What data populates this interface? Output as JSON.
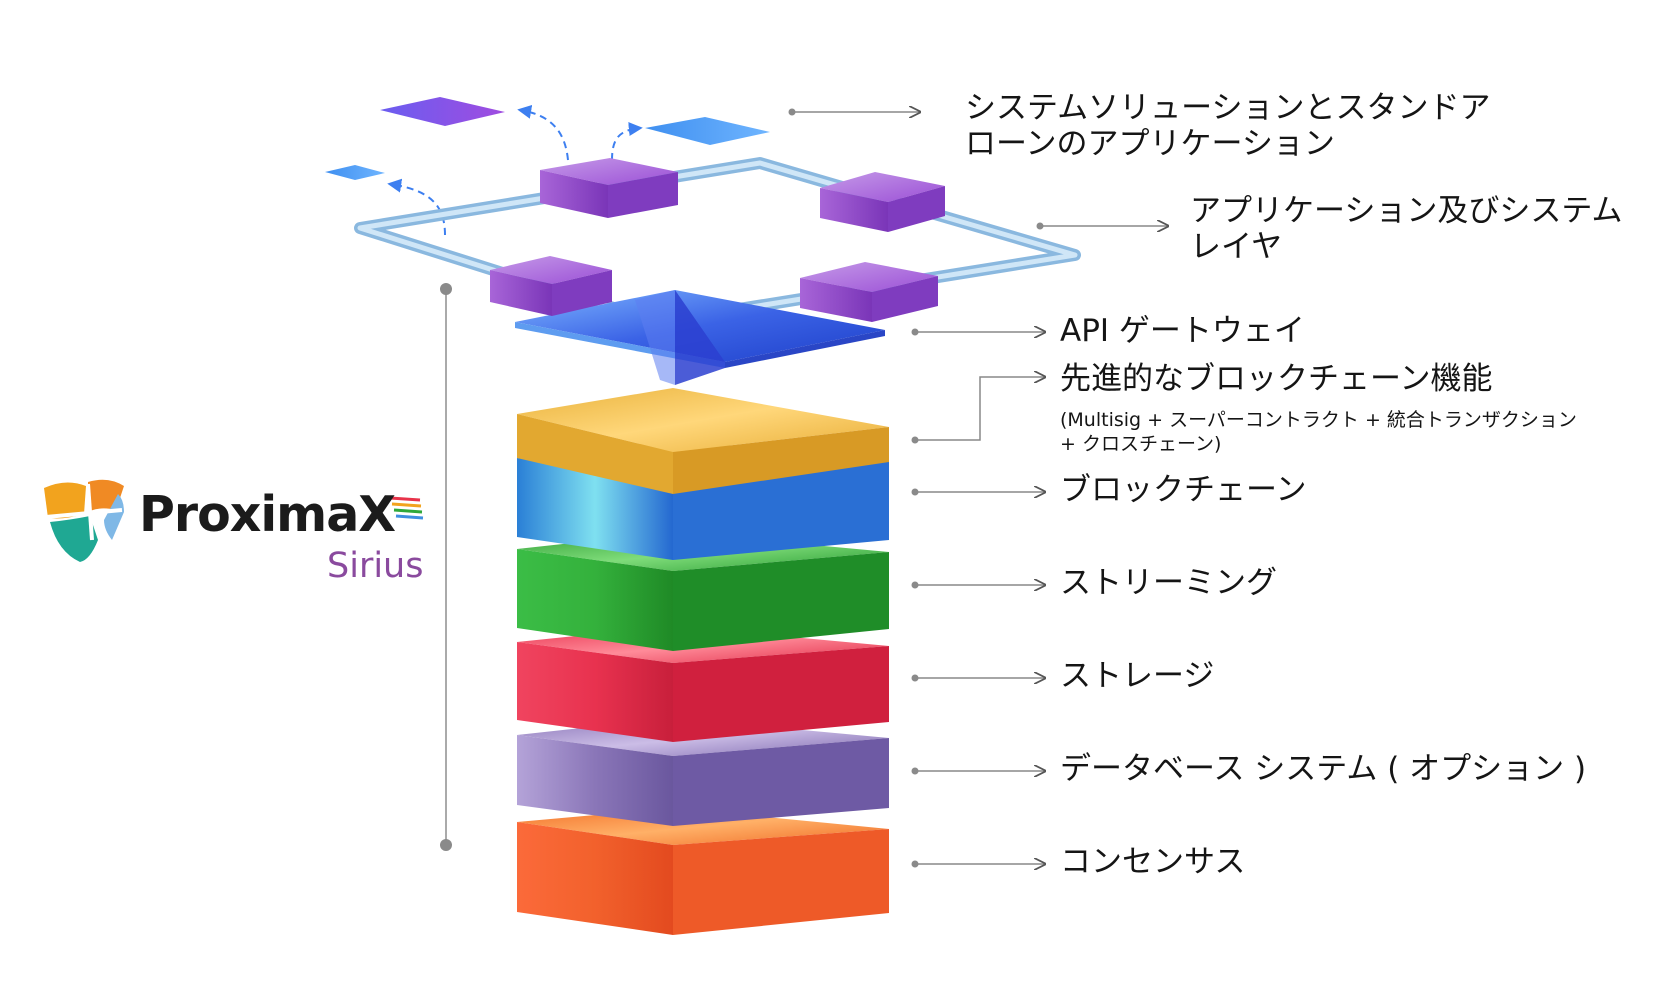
{
  "brand": {
    "name": "ProximaX",
    "product": "Sirius",
    "logo_icon": "proximax-logo-icon"
  },
  "labels": {
    "apps": [
      "システムソリューションとスタンドア",
      "ローンのアプリケーション"
    ],
    "app_layer": [
      "アプリケーション及びシステム",
      "レイヤ"
    ],
    "api_gateway": "API ゲートウェイ",
    "advanced": "先進的なブロックチェーン機能",
    "advanced_sub": [
      "(Multisig + スーパーコントラクト + 統合トランザクション",
      "+ クロスチェーン)"
    ],
    "blockchain": "ブロックチェーン",
    "streaming": "ストリーミング",
    "storage": "ストレージ",
    "database": "データベース システム ( オプション )",
    "consensus": "コンセンサス"
  },
  "colors": {
    "advanced": "#f2c14e",
    "blockchain": "#3f8fe0",
    "streaming": "#2fa83a",
    "storage": "#e8304f",
    "database": "#8a76b8",
    "consensus": "#f2612c",
    "api_gateway": "#3b63e6",
    "app_node": "#9b4fd6",
    "ring": "#a9cdea",
    "brand_purple": "#8a4a9e"
  }
}
